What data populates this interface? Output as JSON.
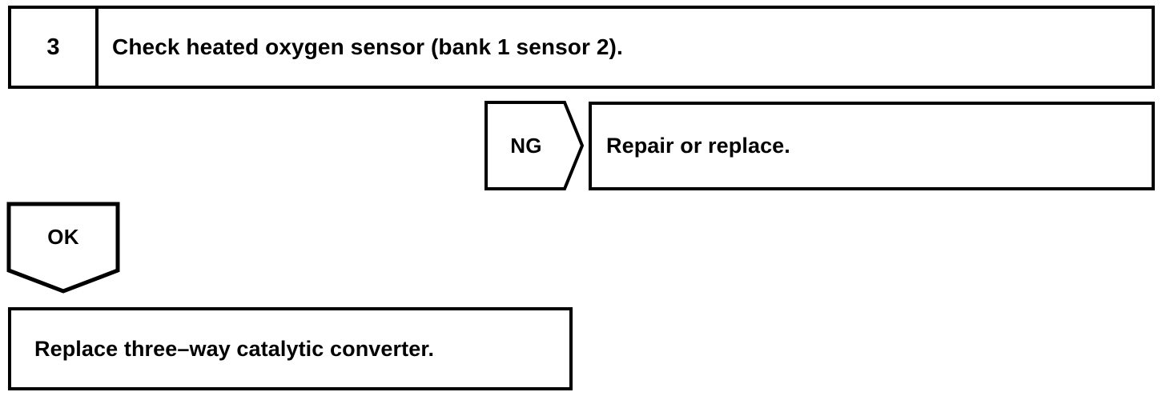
{
  "diagram": {
    "type": "troubleshooting-flowchart",
    "stroke_color": "#000000",
    "background_color": "#ffffff",
    "step": {
      "number": "3",
      "instruction": "Check heated oxygen sensor (bank 1 sensor 2)."
    },
    "branches": [
      {
        "label": "NG",
        "shape": "right-pointing-pentagon",
        "result_text": "Repair or replace."
      },
      {
        "label": "OK",
        "shape": "down-pointing-pentagon",
        "result_text": "Replace three–way catalytic converter."
      }
    ]
  }
}
